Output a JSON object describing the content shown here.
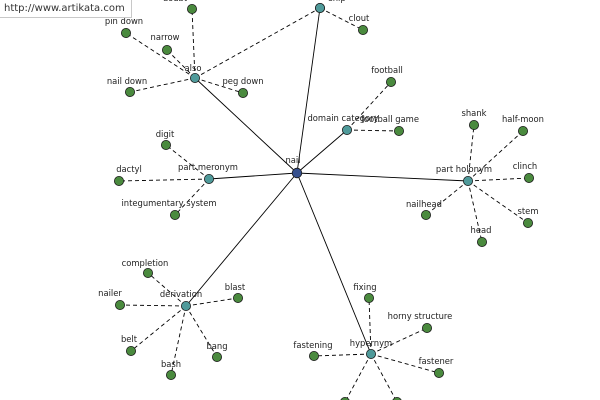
{
  "watermark": "http://www.artikata.com",
  "colors": {
    "leaf_node": "#4a8a3e",
    "relation_node": "#4f9a9a",
    "root_node": "#36508e",
    "edge": "#000000",
    "label": "#222222"
  },
  "graph": {
    "root": "nail",
    "relations": [
      {
        "name": "also",
        "leaves": [
          "pin down",
          "narrow",
          "nail down",
          "peg down",
          "doubt",
          "ship"
        ]
      },
      {
        "name": "",
        "leaves": [
          "clout"
        ]
      },
      {
        "name": "domain category",
        "leaves": [
          "football",
          "football game"
        ]
      },
      {
        "name": "part holonym",
        "leaves": [
          "shank",
          "half-moon",
          "clinch",
          "stem",
          "head",
          "nailhead"
        ]
      },
      {
        "name": "part meronym",
        "leaves": [
          "digit",
          "dactyl",
          "integumentary system"
        ]
      },
      {
        "name": "derivation",
        "leaves": [
          "completion",
          "nailer",
          "blast",
          "belt",
          "bang",
          "bash"
        ]
      },
      {
        "name": "hypernym",
        "leaves": [
          "fixing",
          "horny structure",
          "fastening",
          "fastener",
          "",
          ""
        ]
      }
    ]
  }
}
